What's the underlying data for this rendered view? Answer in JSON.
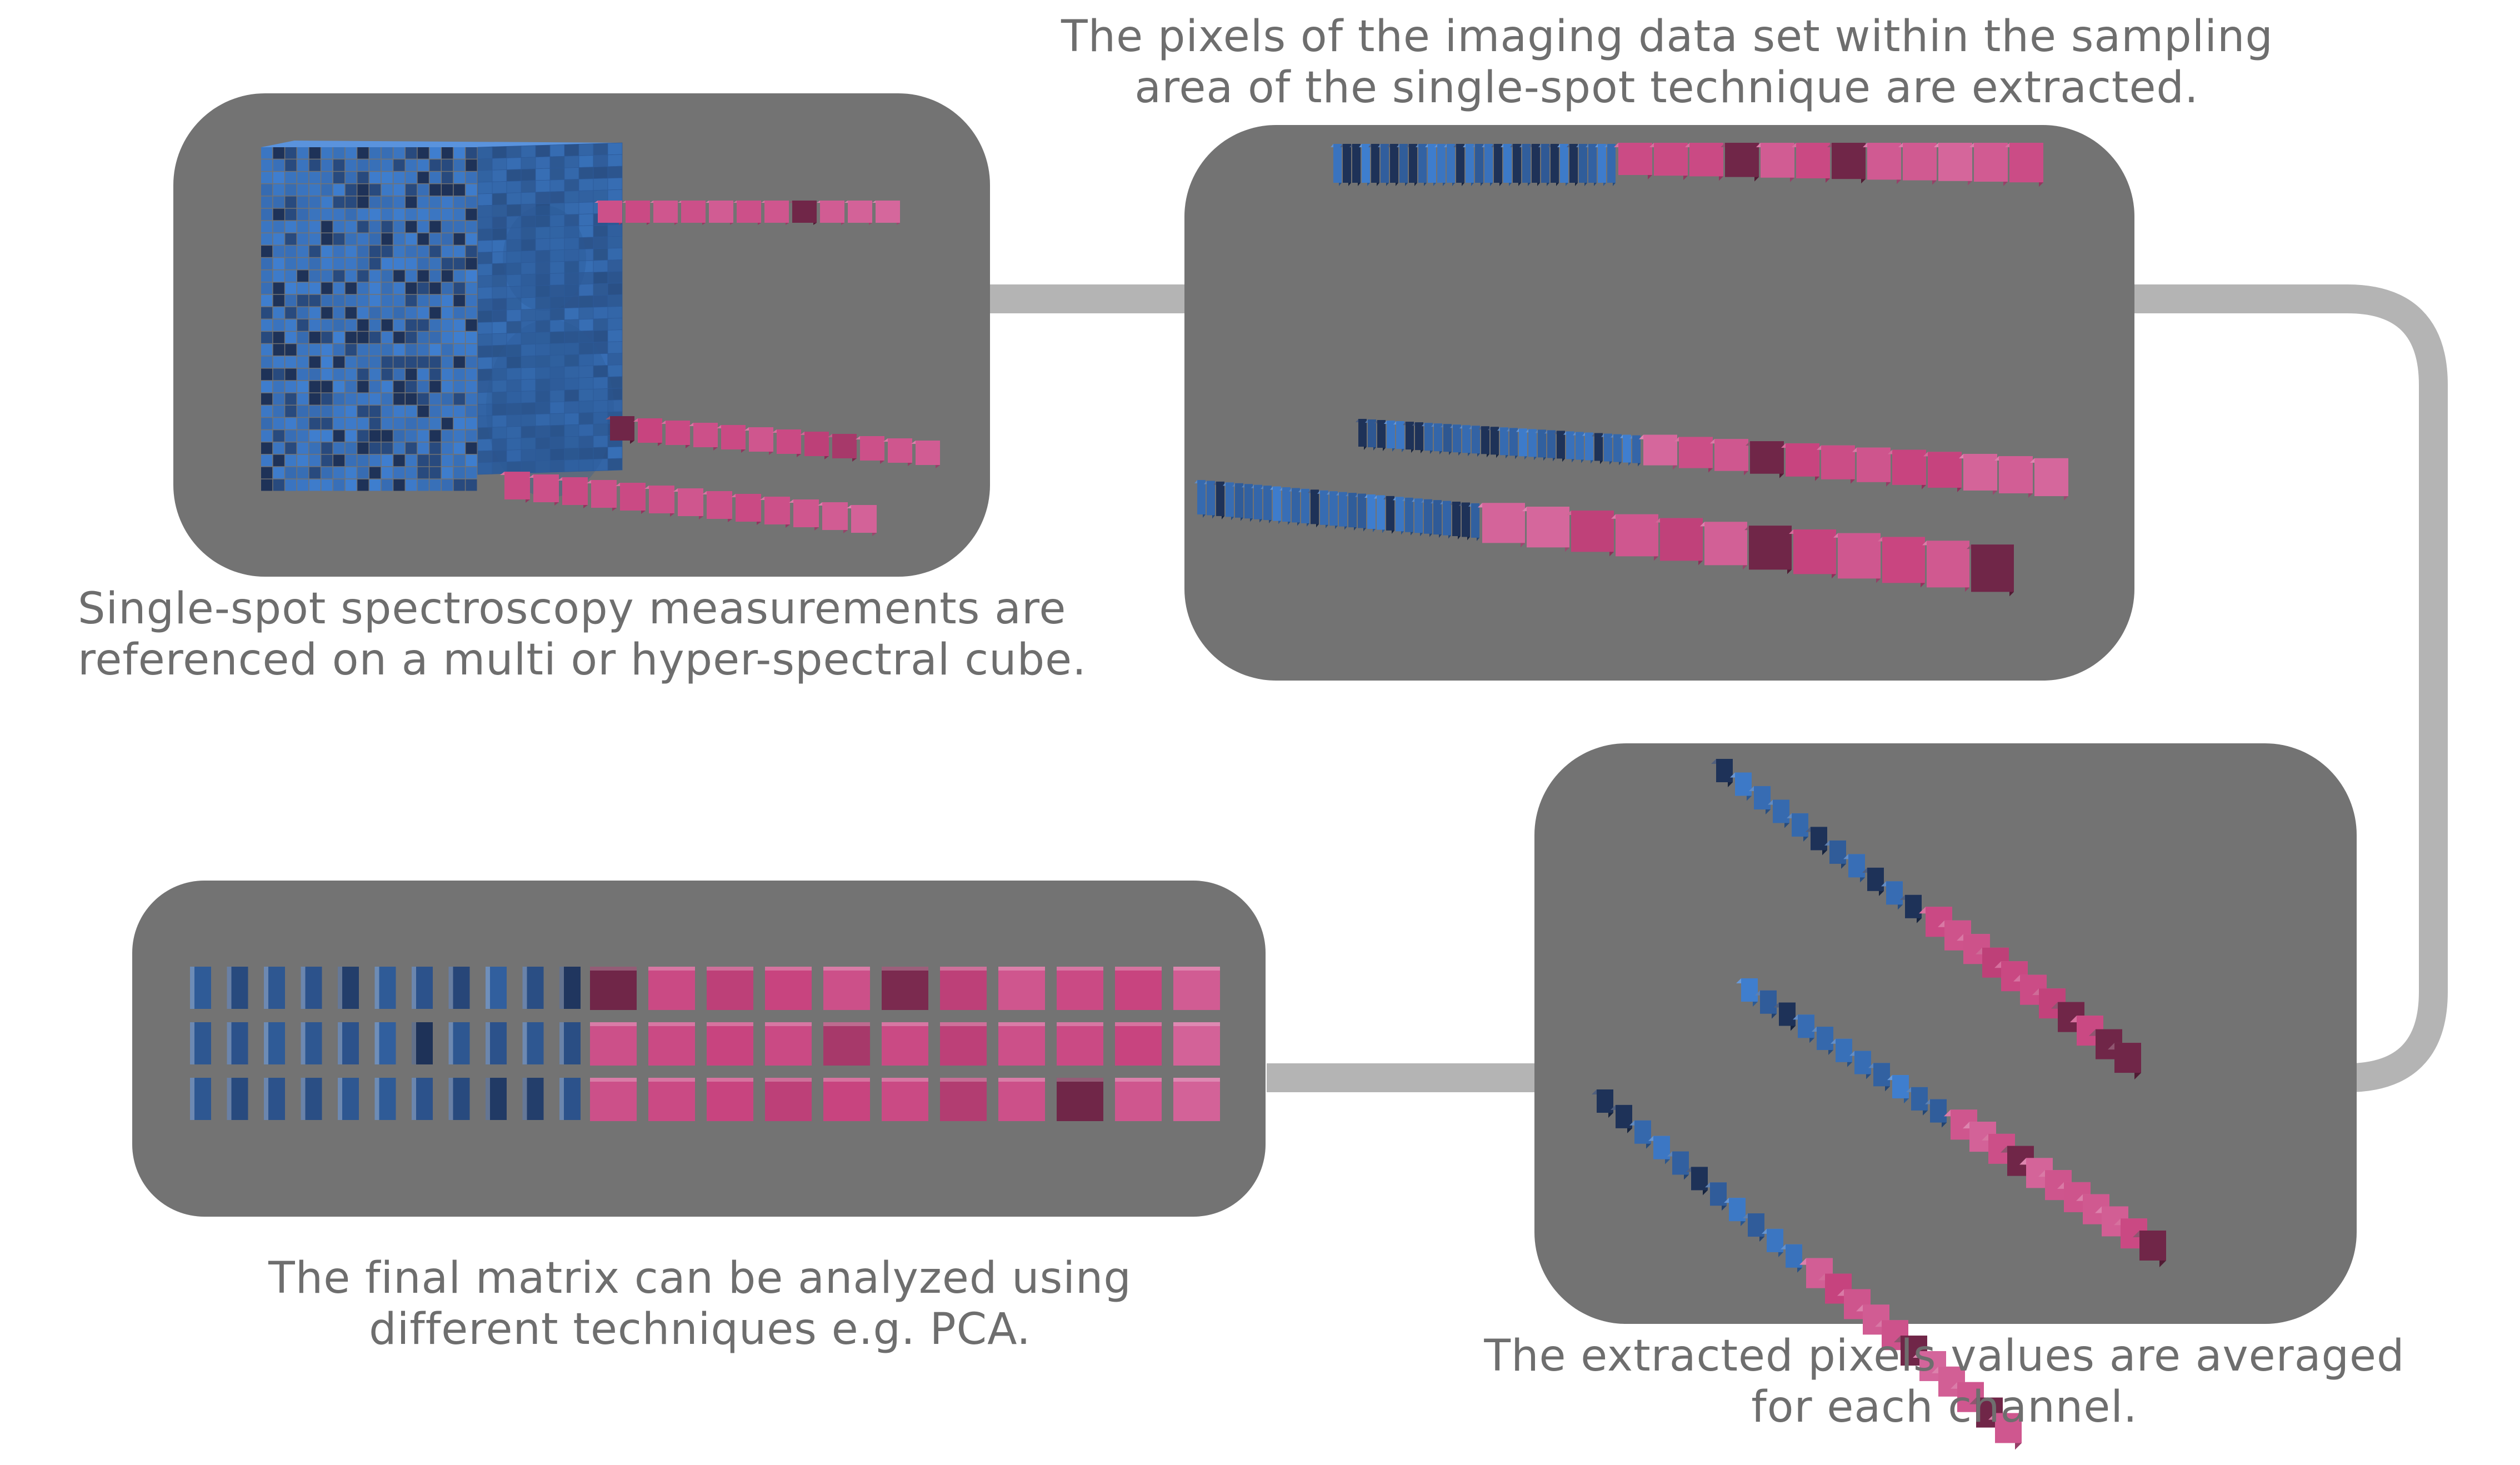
{
  "captions": {
    "step1": {
      "line1": "Single-spot spectroscopy measurements are",
      "line2": "referenced on a multi or hyper-spectral cube."
    },
    "step2": {
      "line1": "The pixels of the imaging data set within the sampling",
      "line2": "area of the single-spot technique are extracted."
    },
    "step3": {
      "line1": "The extracted pixels values are averaged",
      "line2": "for each channel."
    },
    "step4": {
      "line1": "The final matrix can be analyzed using",
      "line2": "different techniques e.g. PCA."
    }
  },
  "colors": {
    "panel": "#737373",
    "connector": "#b4b4b4",
    "caption_text": "#6e6e6e",
    "imaging_blue": "#3f7fd0",
    "imaging_dark": "#1c2e52",
    "spectral_pink": "#c8447f",
    "spectral_dark": "#5a1f3a"
  },
  "final_matrix": {
    "rows": [
      {
        "blue": [
          0.55,
          0.35,
          0.5,
          0.45,
          0.2,
          0.55,
          0.45,
          0.3,
          0.6,
          0.4,
          0.1
        ],
        "pink": [
          0.1,
          0.55,
          0.45,
          0.5,
          0.6,
          0.15,
          0.45,
          0.65,
          0.55,
          0.5,
          0.7
        ]
      },
      {
        "blue": [
          0.5,
          0.45,
          0.55,
          0.5,
          0.45,
          0.6,
          0.05,
          0.5,
          0.45,
          0.5,
          0.4
        ],
        "pink": [
          0.6,
          0.55,
          0.5,
          0.55,
          0.35,
          0.55,
          0.45,
          0.6,
          0.55,
          0.5,
          0.75
        ]
      },
      {
        "blue": [
          0.5,
          0.35,
          0.45,
          0.4,
          0.5,
          0.55,
          0.45,
          0.35,
          0.15,
          0.2,
          0.45
        ],
        "pink": [
          0.6,
          0.55,
          0.5,
          0.45,
          0.5,
          0.55,
          0.4,
          0.6,
          0.1,
          0.65,
          0.75
        ]
      }
    ]
  }
}
